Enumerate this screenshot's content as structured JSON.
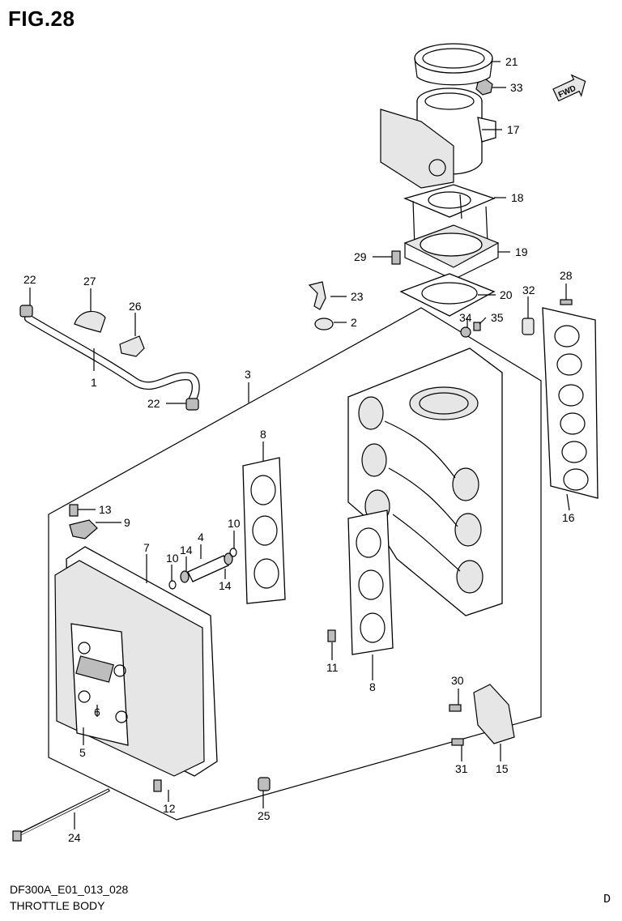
{
  "figure": {
    "title": "FIG.28",
    "code": "DF300A_E01_013_028",
    "name": "THROTTLE BODY",
    "corner_mark": "D"
  },
  "direction_badge": {
    "label": "FWD"
  },
  "callouts": [
    "1",
    "2",
    "3",
    "4",
    "5",
    "6",
    "7",
    "8",
    "8",
    "9",
    "10",
    "10",
    "11",
    "12",
    "13",
    "14",
    "14",
    "15",
    "16",
    "17",
    "18",
    "19",
    "20",
    "21",
    "22",
    "22",
    "23",
    "24",
    "25",
    "26",
    "27",
    "28",
    "29",
    "30",
    "31",
    "32",
    "33",
    "34",
    "35"
  ]
}
